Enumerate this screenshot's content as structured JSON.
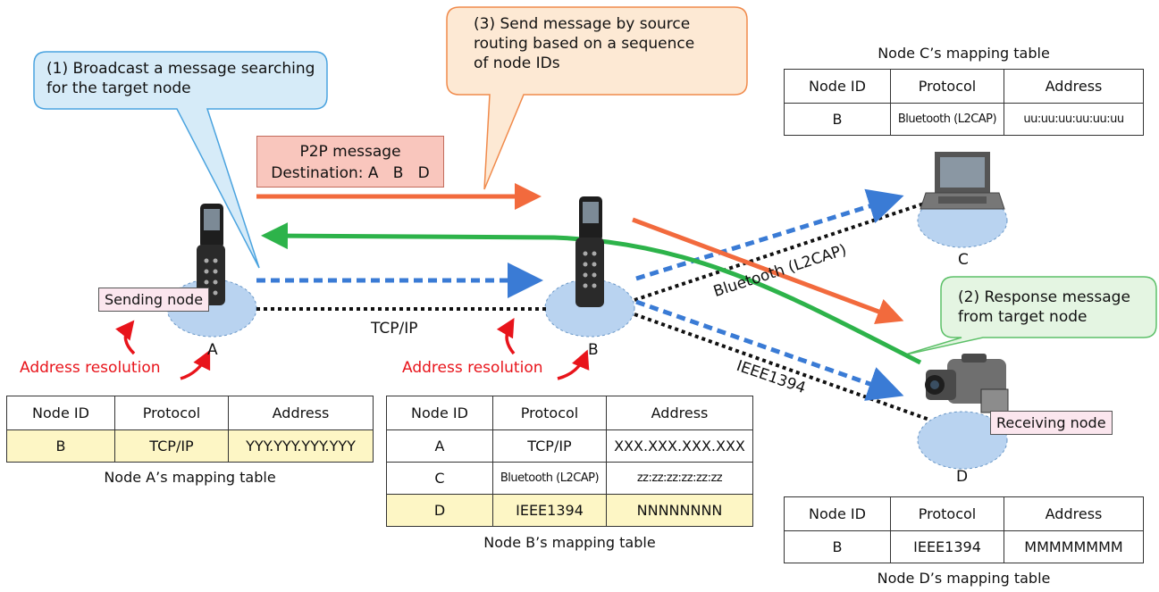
{
  "callouts": {
    "broadcast": "(1) Broadcast a message searching\nfor the target node",
    "source_routing": "(3) Send message by source\nrouting based on a sequence\nof node IDs",
    "response": "(2) Response message\nfrom target node"
  },
  "p2p_message": {
    "title": "P2P message",
    "destination": "Destination: A   B   D"
  },
  "nodes": {
    "a": "A",
    "b": "B",
    "c": "C",
    "d": "D"
  },
  "badges": {
    "sending": "Sending node",
    "receiving": "Receiving node"
  },
  "link_labels": {
    "tcpip": "TCP/IP",
    "bluetooth": "Bluetooth (L2CAP)",
    "ieee1394": "IEEE1394"
  },
  "address_resolution": "Address resolution",
  "headers": [
    "Node ID",
    "Protocol",
    "Address"
  ],
  "tables": {
    "a": {
      "caption": "Node A’s mapping table",
      "rows": [
        {
          "id": "B",
          "protocol": "TCP/IP",
          "address": "YYY.YYY.YYY.YYY"
        }
      ]
    },
    "b": {
      "caption": "Node B’s mapping table",
      "rows": [
        {
          "id": "A",
          "protocol": "TCP/IP",
          "address": "XXX.XXX.XXX.XXX"
        },
        {
          "id": "C",
          "protocol": "Bluetooth (L2CAP)",
          "address": "zz:zz:zz:zz:zz:zz"
        },
        {
          "id": "D",
          "protocol": "IEEE1394",
          "address": "NNNNNNNN"
        }
      ]
    },
    "c": {
      "caption": "Node C’s mapping table",
      "rows": [
        {
          "id": "B",
          "protocol": "Bluetooth (L2CAP)",
          "address": "uu:uu:uu:uu:uu:uu"
        }
      ]
    },
    "d": {
      "caption": "Node D’s mapping table",
      "rows": [
        {
          "id": "B",
          "protocol": "IEEE1394",
          "address": "MMMMMMMM"
        }
      ]
    }
  },
  "colors": {
    "broadcast": "#3a7bd5",
    "routing": "#f26a3d",
    "response": "#2db34a",
    "address_resolution": "#e8141b",
    "node_disc": "#b9d3f0",
    "highlight": "#fdf6c5"
  }
}
